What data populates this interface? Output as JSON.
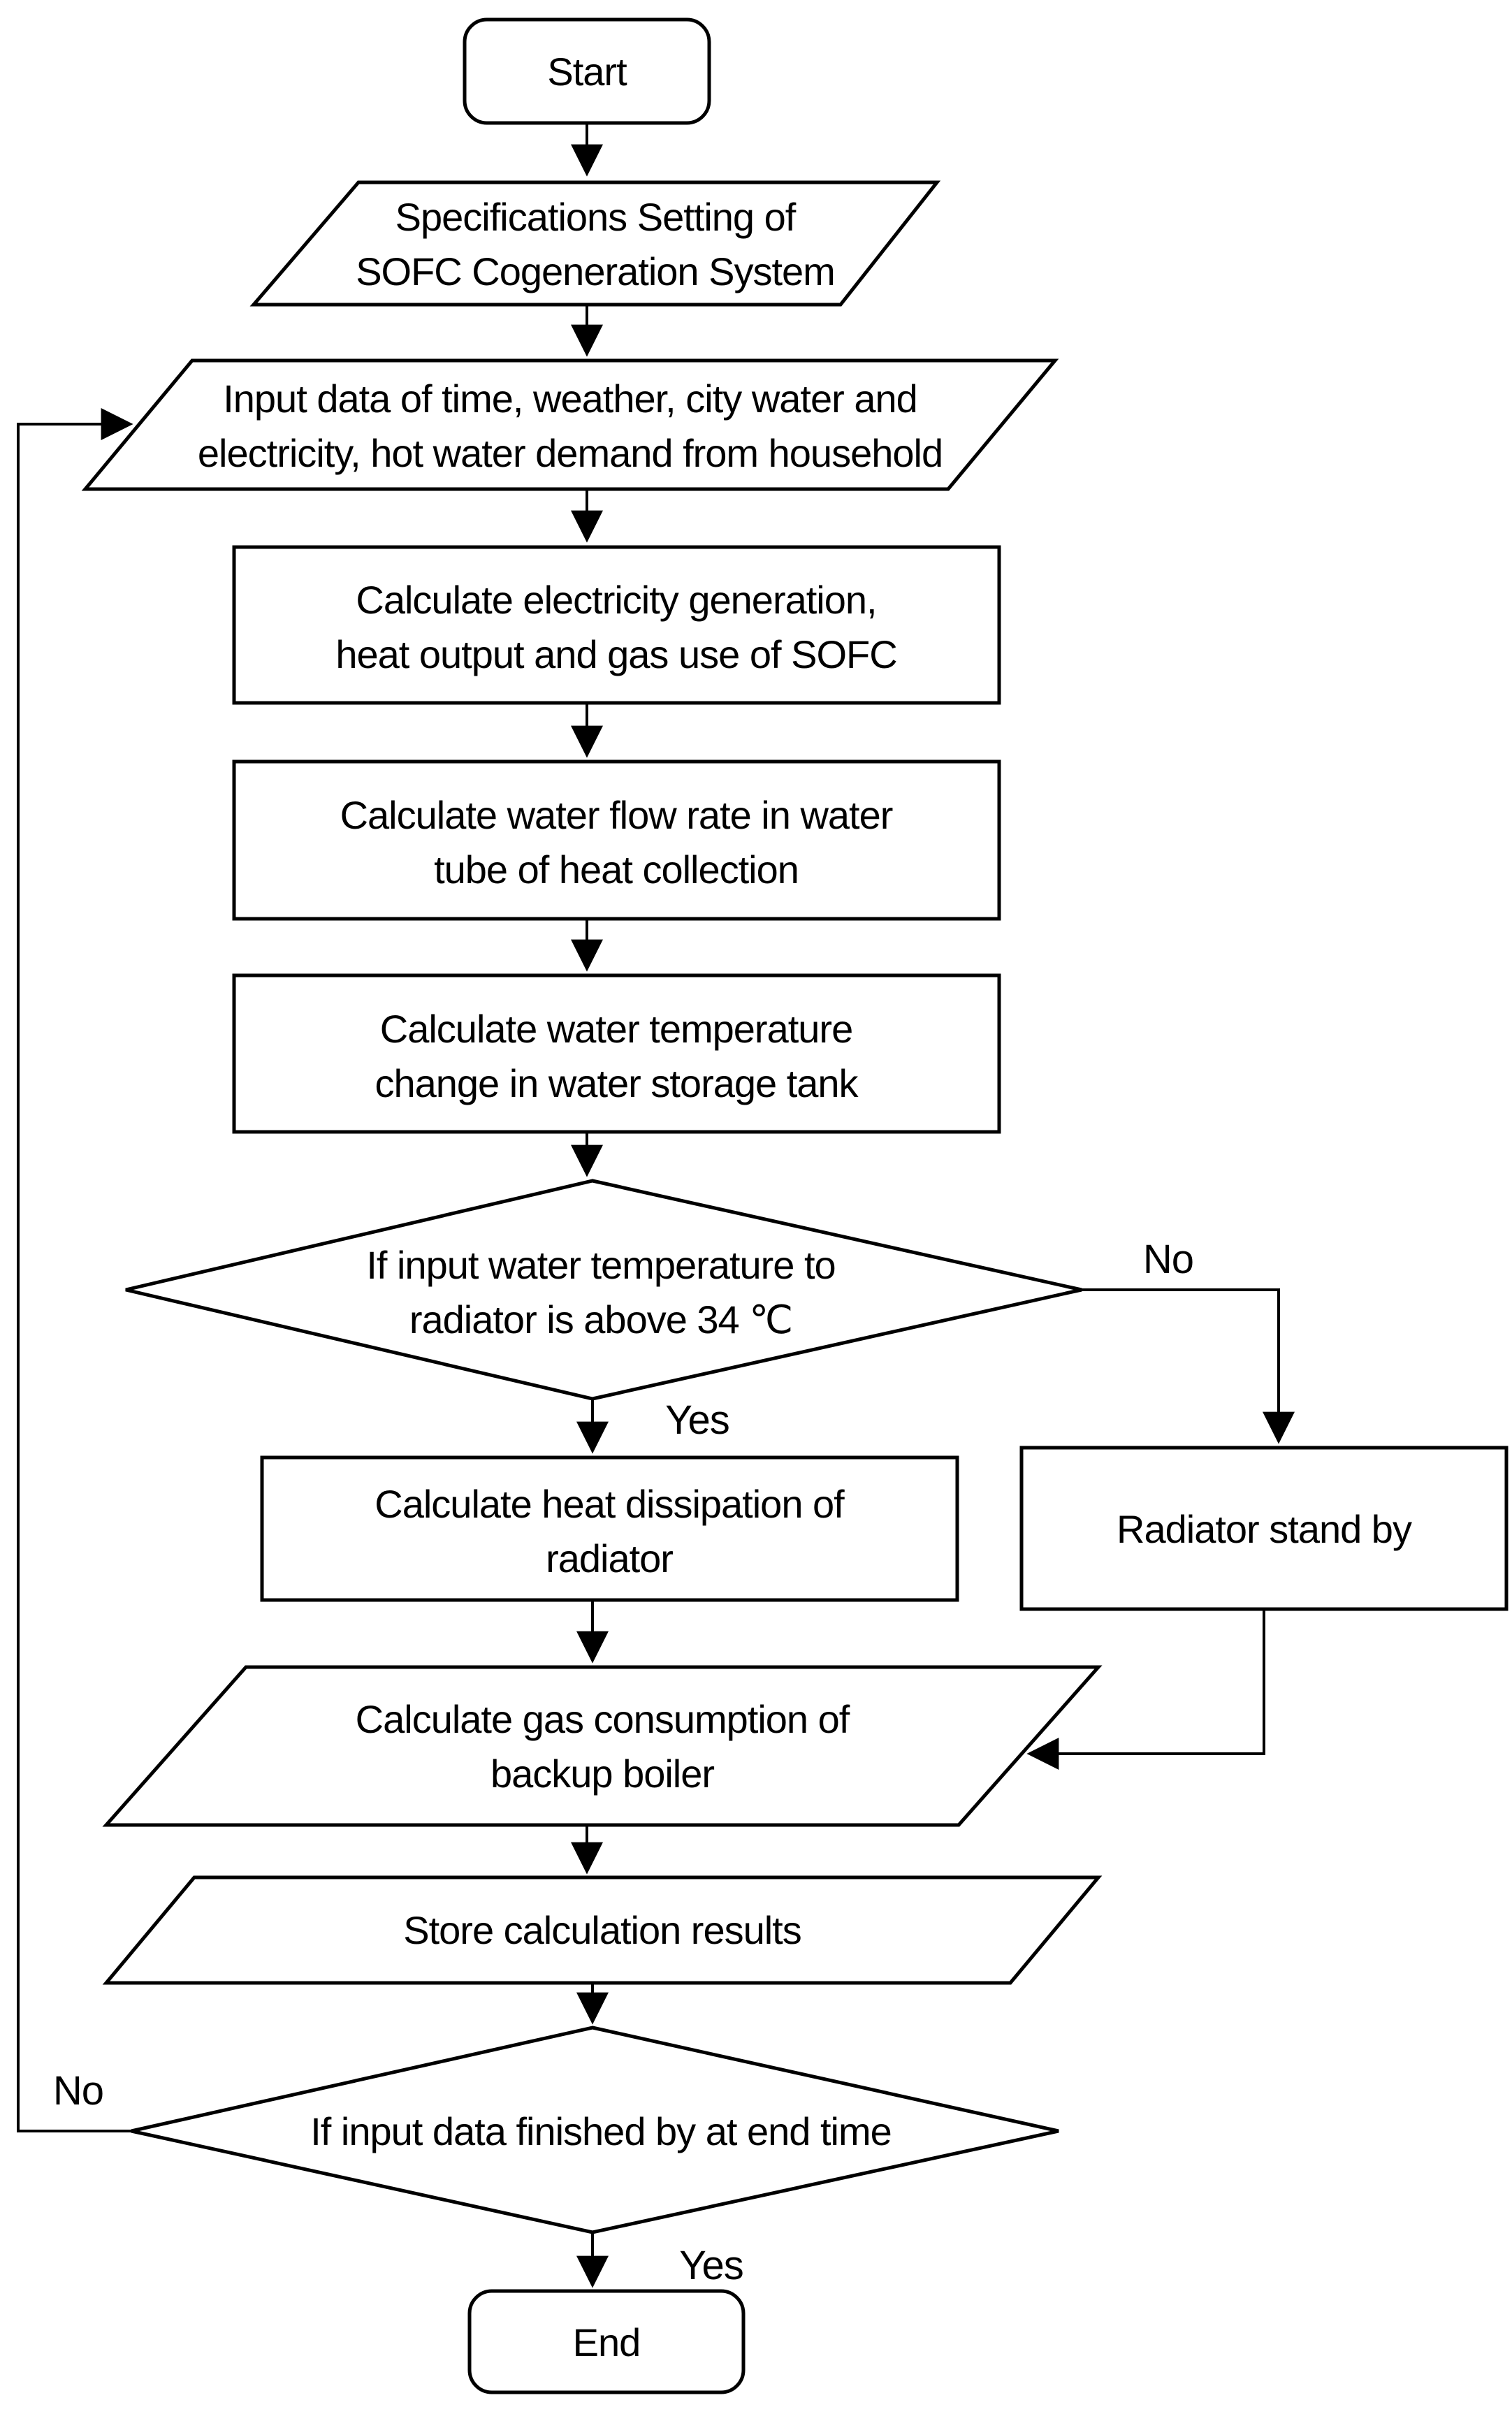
{
  "colors": {
    "background": "#ffffff",
    "stroke": "#000000",
    "text": "#000000"
  },
  "nodes": {
    "start": {
      "type": "terminator",
      "label": "Start"
    },
    "spec": {
      "type": "io-parallelogram",
      "line1": "Specifications Setting of",
      "line2": "SOFC Cogeneration System"
    },
    "input": {
      "type": "io-parallelogram",
      "line1": "Input  data of time, weather, city water and",
      "line2": "electricity, hot water demand from household"
    },
    "calc_sofc": {
      "type": "process",
      "line1": "Calculate electricity generation,",
      "line2": "heat output and gas use of SOFC"
    },
    "calc_flow": {
      "type": "process",
      "line1": "Calculate water flow rate in water",
      "line2": "tube of heat collection"
    },
    "calc_temp": {
      "type": "process",
      "line1": "Calculate water temperature",
      "line2": "change in water storage tank"
    },
    "decision_radiator": {
      "type": "decision",
      "line1": "If input water temperature to",
      "line2": "radiator is above 34 ℃"
    },
    "heat_dissipation": {
      "type": "process",
      "line1": "Calculate heat dissipation of",
      "line2": "radiator"
    },
    "radiator_standby": {
      "type": "process",
      "label": "Radiator stand by"
    },
    "gas_consumption": {
      "type": "io-parallelogram",
      "line1": "Calculate gas consumption of",
      "line2": "backup boiler"
    },
    "store_results": {
      "type": "io-parallelogram",
      "label": "Store calculation results"
    },
    "decision_endtime": {
      "type": "decision",
      "label": "If input data finished by  at end time"
    },
    "end": {
      "type": "terminator",
      "label": "End"
    }
  },
  "edge_labels": {
    "radiator_no": "No",
    "radiator_yes": "Yes",
    "endtime_no": "No",
    "endtime_yes": "Yes"
  }
}
